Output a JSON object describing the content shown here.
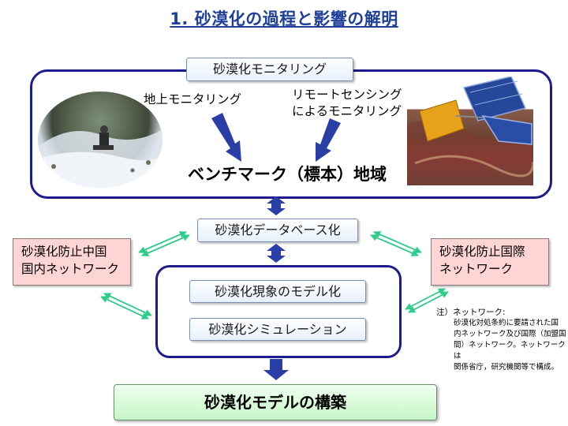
{
  "title": "1. 砂漠化の過程と影響の解明",
  "monitoring": {
    "header": "砂漠化モニタリング",
    "ground": "地上モニタリング",
    "remote_line1": "リモートセンシング",
    "remote_line2": "によるモニタリング",
    "benchmark": "ベンチマーク（標本）地域"
  },
  "database": "砂漠化データベース化",
  "modeling": {
    "phenomenon": "砂漠化現象のモデル化",
    "simulation": "砂漠化シミュレーション"
  },
  "china_network": {
    "line1": "砂漠化防止中国",
    "line2": "国内ネットワーク"
  },
  "intl_network": {
    "line1": "砂漠化防止国際",
    "line2": "ネットワーク"
  },
  "note": {
    "title": "注）ネットワーク:",
    "line1": "砂漠化対処条約に要請された国",
    "line2": "内ネットワーク及び国際（加盟国",
    "line3": "間）ネットワーク。ネットワークは",
    "line4": "関係省庁，研究機関等で構成。"
  },
  "result": "砂漠化モデルの構築",
  "colors": {
    "title": "#1f3f99",
    "frame": "#1c1c8c",
    "arrow_blue": "#2a3fa6",
    "arrow_green": "#2ecc8a",
    "pink_box": "#ffd4d4",
    "green_box": "#c6f5c6"
  }
}
